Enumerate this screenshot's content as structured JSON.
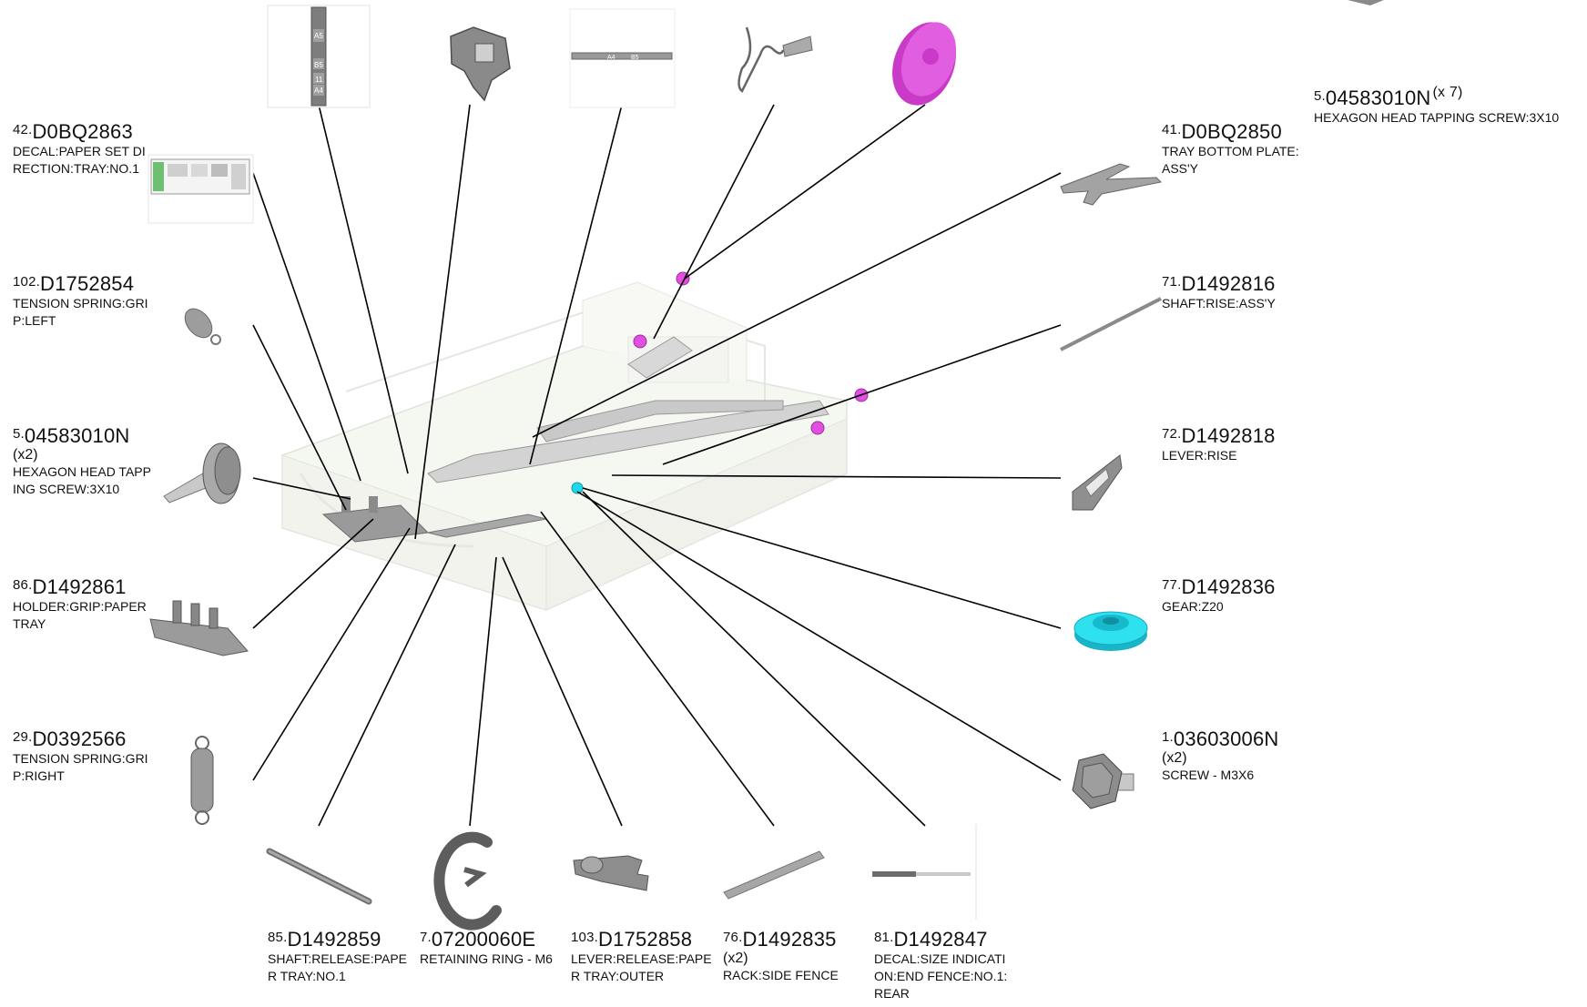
{
  "callouts": [
    {
      "idx": "42.",
      "part": "D0BQ2863",
      "qty": "",
      "desc": "DECAL:PAPER SET DIRECTION:TRAY:NO.1"
    },
    {
      "idx": "102.",
      "part": "D1752854",
      "qty": "",
      "desc": "TENSION SPRING:GRIP:LEFT"
    },
    {
      "idx": "5.",
      "part": "04583010N",
      "qty": "(x2)",
      "desc": "HEXAGON HEAD TAPPING SCREW:3X10"
    },
    {
      "idx": "86.",
      "part": "D1492861",
      "qty": "",
      "desc": "HOLDER:GRIP:PAPER TRAY"
    },
    {
      "idx": "29.",
      "part": "D0392566",
      "qty": "",
      "desc": "TENSION SPRING:GRIP:RIGHT"
    },
    {
      "idx": "41.",
      "part": "D0BQ2850",
      "qty": "",
      "desc": "TRAY BOTTOM PLATE:ASS'Y"
    },
    {
      "idx": "71.",
      "part": "D1492816",
      "qty": "",
      "desc": "SHAFT:RISE:ASS'Y"
    },
    {
      "idx": "72.",
      "part": "D1492818",
      "qty": "",
      "desc": "LEVER:RISE"
    },
    {
      "idx": "77.",
      "part": "D1492836",
      "qty": "",
      "desc": "GEAR:Z20"
    },
    {
      "idx": "1.",
      "part": "03603006N",
      "qty": "(x2)",
      "desc": "SCREW - M3X6"
    },
    {
      "idx": "85.",
      "part": "D1492859",
      "qty": "",
      "desc": "SHAFT:RELEASE:PAPER TRAY:NO.1"
    },
    {
      "idx": "7.",
      "part": "07200060E",
      "qty": "",
      "desc": "RETAINING RING - M6"
    },
    {
      "idx": "103.",
      "part": "D1752858",
      "qty": "",
      "desc": "LEVER:RELEASE:PAPER TRAY:OUTER"
    },
    {
      "idx": "76.",
      "part": "D1492835",
      "qty": "(x2)",
      "desc": "RACK:SIDE FENCE"
    },
    {
      "idx": "81.",
      "part": "D1492847",
      "qty": "",
      "desc": "DECAL:SIZE INDICATION:END FENCE:NO.1:REAR"
    },
    {
      "idx": "5.",
      "part": "04583010N",
      "qty": "(x 7)",
      "desc": "HEXAGON HEAD TAPPING SCREW:3X10"
    }
  ],
  "thumb_labels": [
    "A5",
    "B5",
    "11",
    "A4"
  ],
  "ruler_labels": [
    "A4",
    "B5"
  ],
  "colors": {
    "accent_magenta": "#e14ee0",
    "accent_cyan": "#1ed7e8",
    "line": "#000000",
    "part_grey": "#8d8d8d"
  }
}
